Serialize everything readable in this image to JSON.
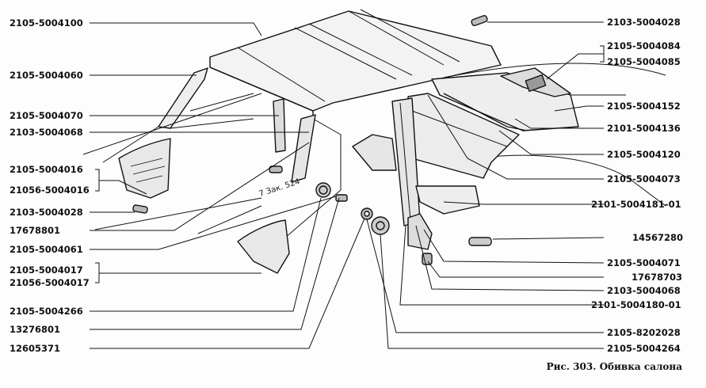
{
  "figure": {
    "caption": "Рис. 303. Обивка салона",
    "order_stamp": "7 Зак. 524"
  },
  "labels_left": [
    "2105-5004100",
    "2105-5004060",
    "2105-5004070",
    "2103-5004068",
    "2105-5004016",
    "21056-5004016",
    "2103-5004028",
    "17678801",
    "2105-5004061",
    "2105-5004017",
    "21056-5004017",
    "2105-5004266",
    "13276801",
    "12605371"
  ],
  "labels_right": [
    "2103-5004028",
    "2105-5004084",
    "2105-5004085",
    "2105-5004152",
    "2101-5004136",
    "2105-5004120",
    "2105-5004073",
    "2101-5004181-01",
    "14567280",
    "2105-5004071",
    "17678703",
    "2103-5004068",
    "2101-5004180-01",
    "2105-8202028",
    "2105-5004264"
  ]
}
